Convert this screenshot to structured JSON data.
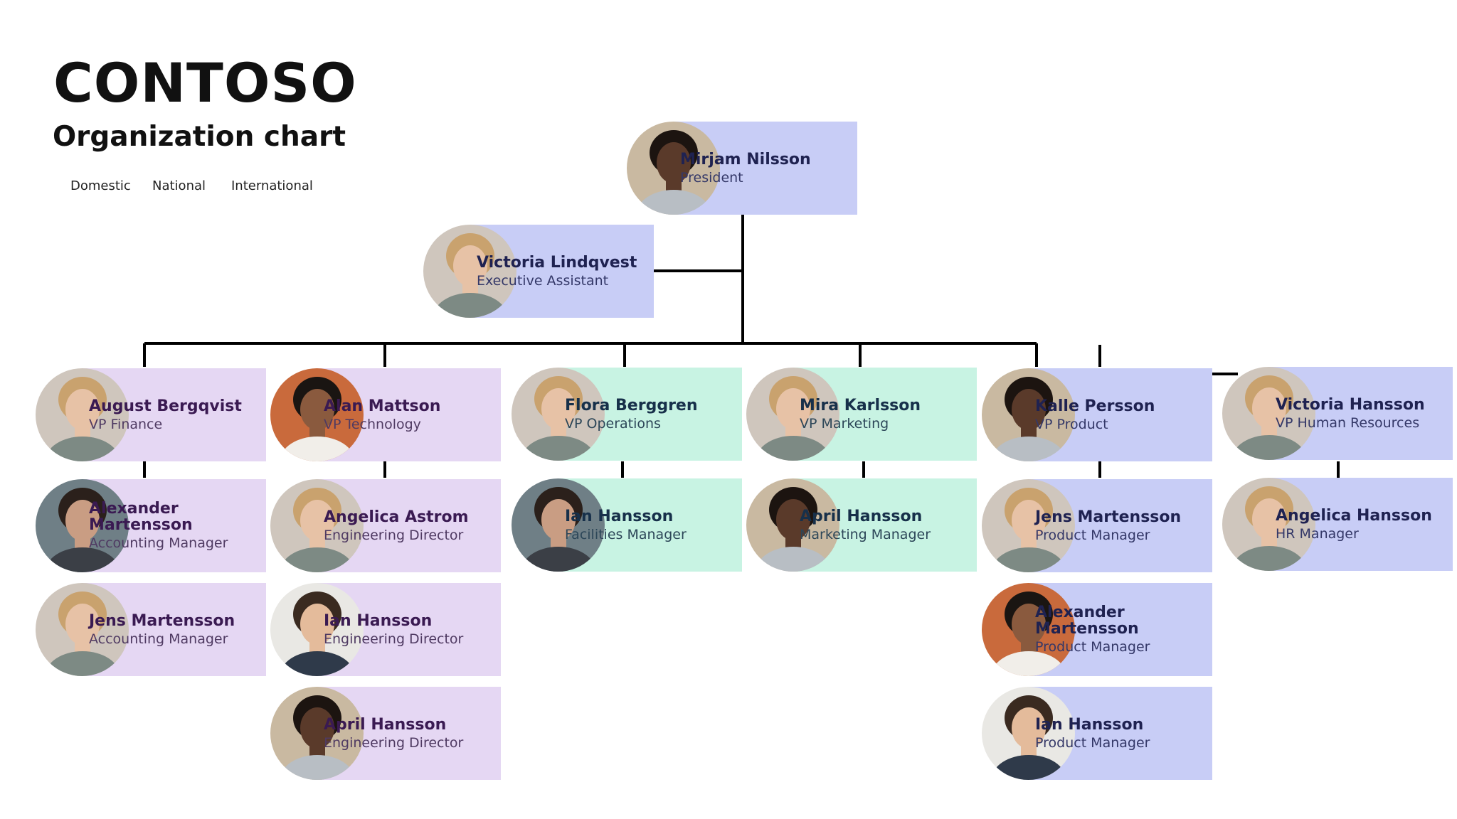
{
  "header": {
    "title": "CONTOSO",
    "subtitle": "Organization chart",
    "legend": [
      "Domestic",
      "National",
      "International"
    ]
  },
  "colors": {
    "domestic": "#e5d7f3",
    "national": "#c8f3e3",
    "international": "#c8cdf6",
    "connector": "#000000"
  },
  "people": [
    {
      "name": "Mirjam Nilsson",
      "role": "President"
    },
    {
      "name": "Victoria Lindqvest",
      "role": "Executive Assistant"
    },
    {
      "name": "August Bergqvist",
      "role": "VP Finance"
    },
    {
      "name": "Alexander Martensson",
      "role": "Accounting Manager"
    },
    {
      "name": "Jens Martensson",
      "role": "Accounting Manager"
    },
    {
      "name": "Alan Mattson",
      "role": "VP Technology"
    },
    {
      "name": "Angelica Astrom",
      "role": "Engineering Director"
    },
    {
      "name": "Ian Hansson",
      "role": "Engineering Director"
    },
    {
      "name": "April Hansson",
      "role": "Engineering Director"
    },
    {
      "name": "Flora Berggren",
      "role": "VP Operations"
    },
    {
      "name": "Ian Hansson",
      "role": "Facilities Manager"
    },
    {
      "name": "Mira Karlsson",
      "role": "VP Marketing"
    },
    {
      "name": "April Hansson",
      "role": "Marketing Manager"
    },
    {
      "name": "Kalle Persson",
      "role": "VP Product"
    },
    {
      "name": "Jens Martensson",
      "role": "Product Manager"
    },
    {
      "name": "Alexander Martensson",
      "role": "Product Manager"
    },
    {
      "name": "Ian Hansson",
      "role": "Product Manager"
    },
    {
      "name": "Victoria Hansson",
      "role": "VP Human Resources"
    },
    {
      "name": "Angelica Hansson",
      "role": "HR Manager"
    }
  ]
}
